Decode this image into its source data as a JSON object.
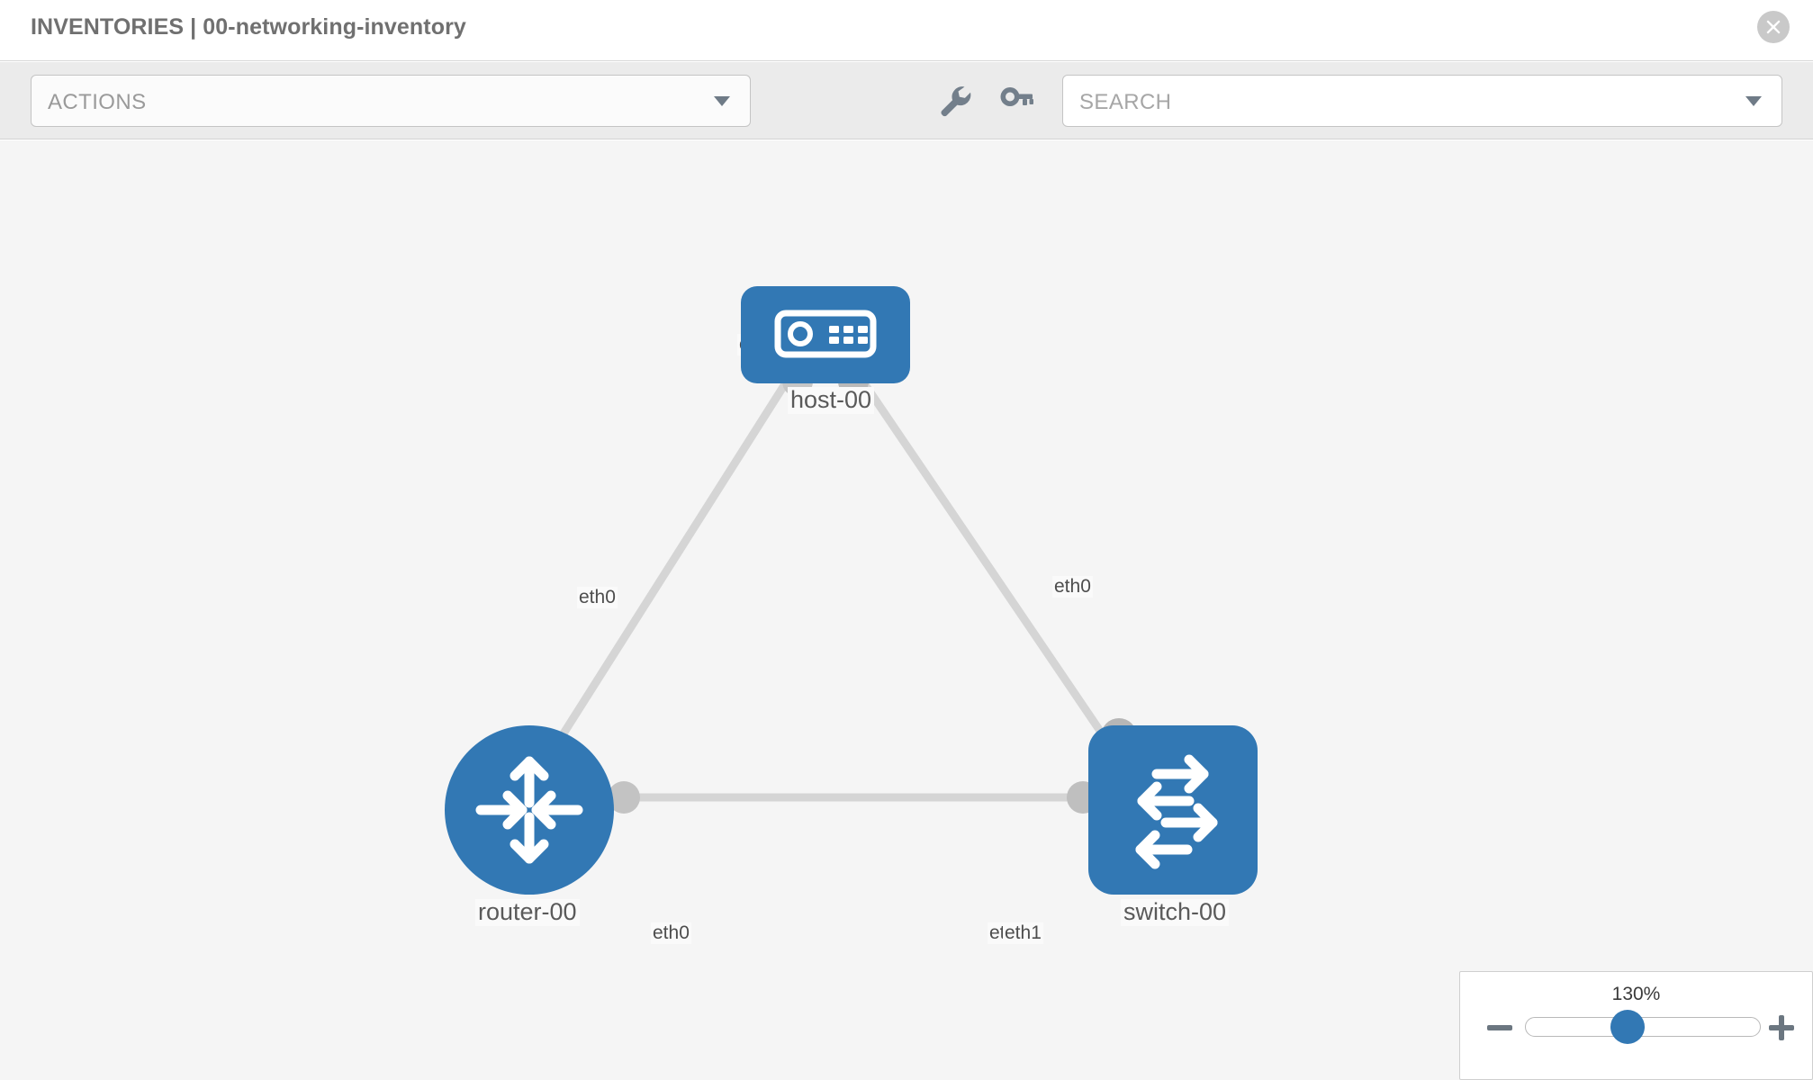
{
  "header": {
    "title": "INVENTORIES | 00-networking-inventory",
    "close_icon": "close-circle-icon"
  },
  "toolbar": {
    "actions_label": "ACTIONS",
    "actions_caret_icon": "chevron-down-icon",
    "wrench_icon": "wrench-icon",
    "key_icon": "key-icon",
    "search_placeholder": "SEARCH",
    "search_value": "",
    "search_caret_icon": "chevron-down-icon"
  },
  "topology": {
    "nodes": [
      {
        "id": "host-00",
        "label": "host-00",
        "type": "host",
        "icon": "server-icon",
        "shape": "rounded-square"
      },
      {
        "id": "router-00",
        "label": "router-00",
        "type": "router",
        "icon": "router-arrows-icon",
        "shape": "circle"
      },
      {
        "id": "switch-00",
        "label": "switch-00",
        "type": "switch",
        "icon": "switch-arrows-icon",
        "shape": "rounded-square"
      }
    ],
    "links": [
      {
        "from": "host-00",
        "to": "router-00",
        "from_iface": "eth0",
        "to_iface": "eth0"
      },
      {
        "from": "host-00",
        "to": "switch-00",
        "from_iface": "eth0",
        "to_iface": "eth0"
      },
      {
        "from": "router-00",
        "to": "switch-00",
        "from_iface": "eth0",
        "to_iface": "eth1"
      }
    ],
    "iface_labels": {
      "host_left": "eth0",
      "host_right": "eth0",
      "router_top": "eth0",
      "switch_top": "eth0",
      "router_right": "eth0",
      "switch_left_under": "eth",
      "switch_left": "eth1"
    }
  },
  "zoom_control": {
    "value_label": "130%",
    "minus_icon": "minus-icon",
    "plus_icon": "plus-icon",
    "slider_percent": 130
  },
  "colors": {
    "node_blue": "#3278b4",
    "canvas_bg": "#f5f5f5",
    "toolbar_bg": "#ebebeb",
    "edge_gray": "#d5d5d5",
    "stub_gray": "#bdbdbd"
  }
}
